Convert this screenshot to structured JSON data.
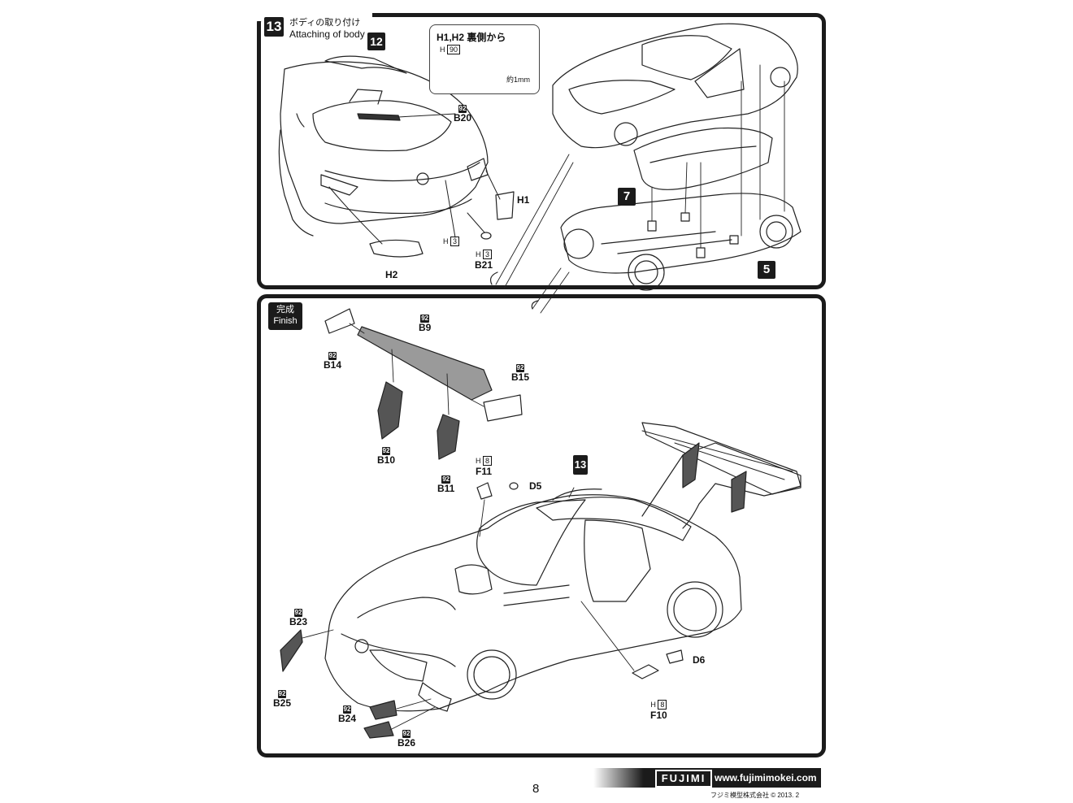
{
  "step13": {
    "number": "13",
    "title_jp": "ボディの取り付け",
    "title_en": "Attaching of body"
  },
  "refs": {
    "step12": "12",
    "step7": "7",
    "step5": "5",
    "step13": "13"
  },
  "note": {
    "title": "H1,H2  裏側から",
    "hcode": "90",
    "dimension": "約1mm"
  },
  "color_chip": "92",
  "top_parts": {
    "b20": "B20",
    "h1": "H1",
    "h2": "H2",
    "b21": "B21",
    "h3_left": "3",
    "h3_right": "3"
  },
  "finish": {
    "jp": "完成",
    "en": "Finish"
  },
  "bottom_parts": {
    "b9": "B9",
    "b14": "B14",
    "b15": "B15",
    "b10": "B10",
    "b11": "B11",
    "f11": "F11",
    "f11_h": "8",
    "d5": "D5",
    "d6": "D6",
    "f10": "F10",
    "f10_h": "8",
    "b23": "B23",
    "b25": "B25",
    "b24": "B24",
    "b26": "B26"
  },
  "footer": {
    "page": "8",
    "brand": "FUJIMI",
    "url": "www.fujimimokei.com",
    "copyright": "フジミ模型株式会社 © 2013. 2"
  }
}
